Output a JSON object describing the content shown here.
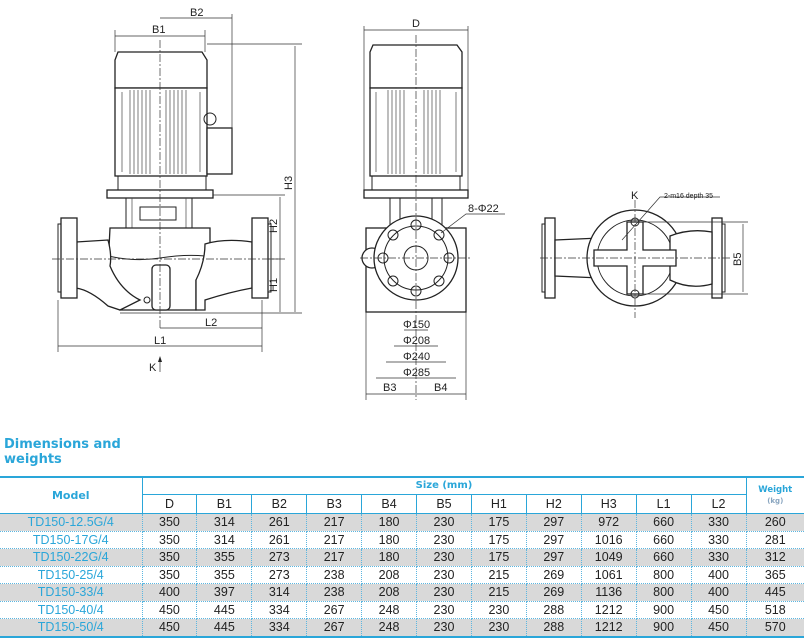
{
  "drawing": {
    "front_view": {
      "labels": {
        "b1": "B1",
        "b2": "B2",
        "h1": "H1",
        "h2": "H2",
        "h3": "H3",
        "l1": "L1",
        "l2": "L2",
        "k": "K"
      }
    },
    "side_view": {
      "labels": {
        "d": "D",
        "bolt_holes": "8-Φ22",
        "phi150": "Φ150",
        "phi208": "Φ208",
        "phi240": "Φ240",
        "phi285": "Φ285",
        "b3": "B3",
        "b4": "B4"
      }
    },
    "top_view": {
      "labels": {
        "k": "K",
        "tap": "2-m16 depth 35",
        "b5": "B5"
      }
    }
  },
  "section": {
    "title": "Dimensions and weights"
  },
  "table": {
    "model_header": "Model",
    "size_header": "Size (mm)",
    "weight_header": "Weight",
    "weight_unit": "(kg)",
    "columns": [
      "D",
      "B1",
      "B2",
      "B3",
      "B4",
      "B5",
      "H1",
      "H2",
      "H3",
      "L1",
      "L2"
    ],
    "rows": [
      {
        "model": "TD150-12.5G/4",
        "values": [
          "350",
          "314",
          "261",
          "217",
          "180",
          "230",
          "175",
          "297",
          "972",
          "660",
          "330"
        ],
        "weight": "260"
      },
      {
        "model": "TD150-17G/4",
        "values": [
          "350",
          "314",
          "261",
          "217",
          "180",
          "230",
          "175",
          "297",
          "1016",
          "660",
          "330"
        ],
        "weight": "281"
      },
      {
        "model": "TD150-22G/4",
        "values": [
          "350",
          "355",
          "273",
          "217",
          "180",
          "230",
          "175",
          "297",
          "1049",
          "660",
          "330"
        ],
        "weight": "312"
      },
      {
        "model": "TD150-25/4",
        "values": [
          "350",
          "355",
          "273",
          "238",
          "208",
          "230",
          "215",
          "269",
          "1061",
          "800",
          "400"
        ],
        "weight": "365"
      },
      {
        "model": "TD150-33/4",
        "values": [
          "400",
          "397",
          "314",
          "238",
          "208",
          "230",
          "215",
          "269",
          "1136",
          "800",
          "400"
        ],
        "weight": "445"
      },
      {
        "model": "TD150-40/4",
        "values": [
          "450",
          "445",
          "334",
          "267",
          "248",
          "230",
          "230",
          "288",
          "1212",
          "900",
          "450"
        ],
        "weight": "518"
      },
      {
        "model": "TD150-50/4",
        "values": [
          "450",
          "445",
          "334",
          "267",
          "248",
          "230",
          "230",
          "288",
          "1212",
          "900",
          "450"
        ],
        "weight": "570"
      }
    ]
  },
  "colors": {
    "accent": "#2aa6d9",
    "row_shade": "#d9d9d9",
    "line": "#222222"
  }
}
